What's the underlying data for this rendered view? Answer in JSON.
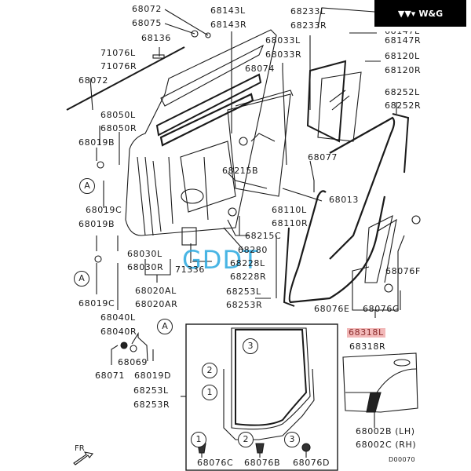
{
  "brand": {
    "logo_icon": "w-and-g-chevrons",
    "text": "W&G"
  },
  "watermark": "GDDT",
  "diagram_code": "D00070",
  "orientation": {
    "label": "FR",
    "icon": "front-arrow-icon"
  },
  "labels": {
    "p68072a": "68072",
    "p68075": "68075",
    "p68136": "68136",
    "p71076L": "71076L",
    "p71076R": "71076R",
    "p68072b": "68072",
    "p68050L": "68050L",
    "p68050R": "68050R",
    "p68019Ba": "68019B",
    "p68019Ca": "68019C",
    "p68019Bb": "68019B",
    "p68019Cb": "68019C",
    "p68040L": "68040L",
    "p68040R": "68040R",
    "p68069": "68069",
    "p68071": "68071",
    "p68019D": "68019D",
    "p68030L": "68030L",
    "p68030R": "68030R",
    "p68020AL": "68020AL",
    "p68020AR": "68020AR",
    "p71336": "71336",
    "p68143L": "68143L",
    "p68143R": "68143R",
    "p68074": "68074",
    "p68033L": "68033L",
    "p68033R": "68033R",
    "p68233L": "68233L",
    "p68233R": "68233R",
    "p68147L": "68147L",
    "p68147R": "68147R",
    "p68120L": "68120L",
    "p68120R": "68120R",
    "p68252L": "68252L",
    "p68252R": "68252R",
    "p68215B": "68215B",
    "p68077": "68077",
    "p68013": "68013",
    "p68110L": "68110L",
    "p68110R": "68110R",
    "p68215C": "68215C",
    "p68280": "68280",
    "p68228L": "68228L",
    "p68228R": "68228R",
    "p68253L": "68253L",
    "p68253R": "68253R",
    "p68076F": "68076F",
    "p68076E": "68076E",
    "p68076G": "68076G",
    "p68318L": "68318L",
    "p68318R": "68318R",
    "p68253Lb": "68253L",
    "p68253Rb": "68253R",
    "p68076C": "68076C",
    "p68076B": "68076B",
    "p68076D": "68076D",
    "p68002B": "68002B (LH)",
    "p68002C": "68002C (RH)"
  },
  "callouts": {
    "A1": "A",
    "A2": "A",
    "A3": "A",
    "inset_1a": "1",
    "inset_2a": "2",
    "inset_3a": "3",
    "inset_1b": "1",
    "inset_2b": "2",
    "inset_3b": "3"
  },
  "highlight_color": "#f2b8b8",
  "highlighted_part": "68318L"
}
